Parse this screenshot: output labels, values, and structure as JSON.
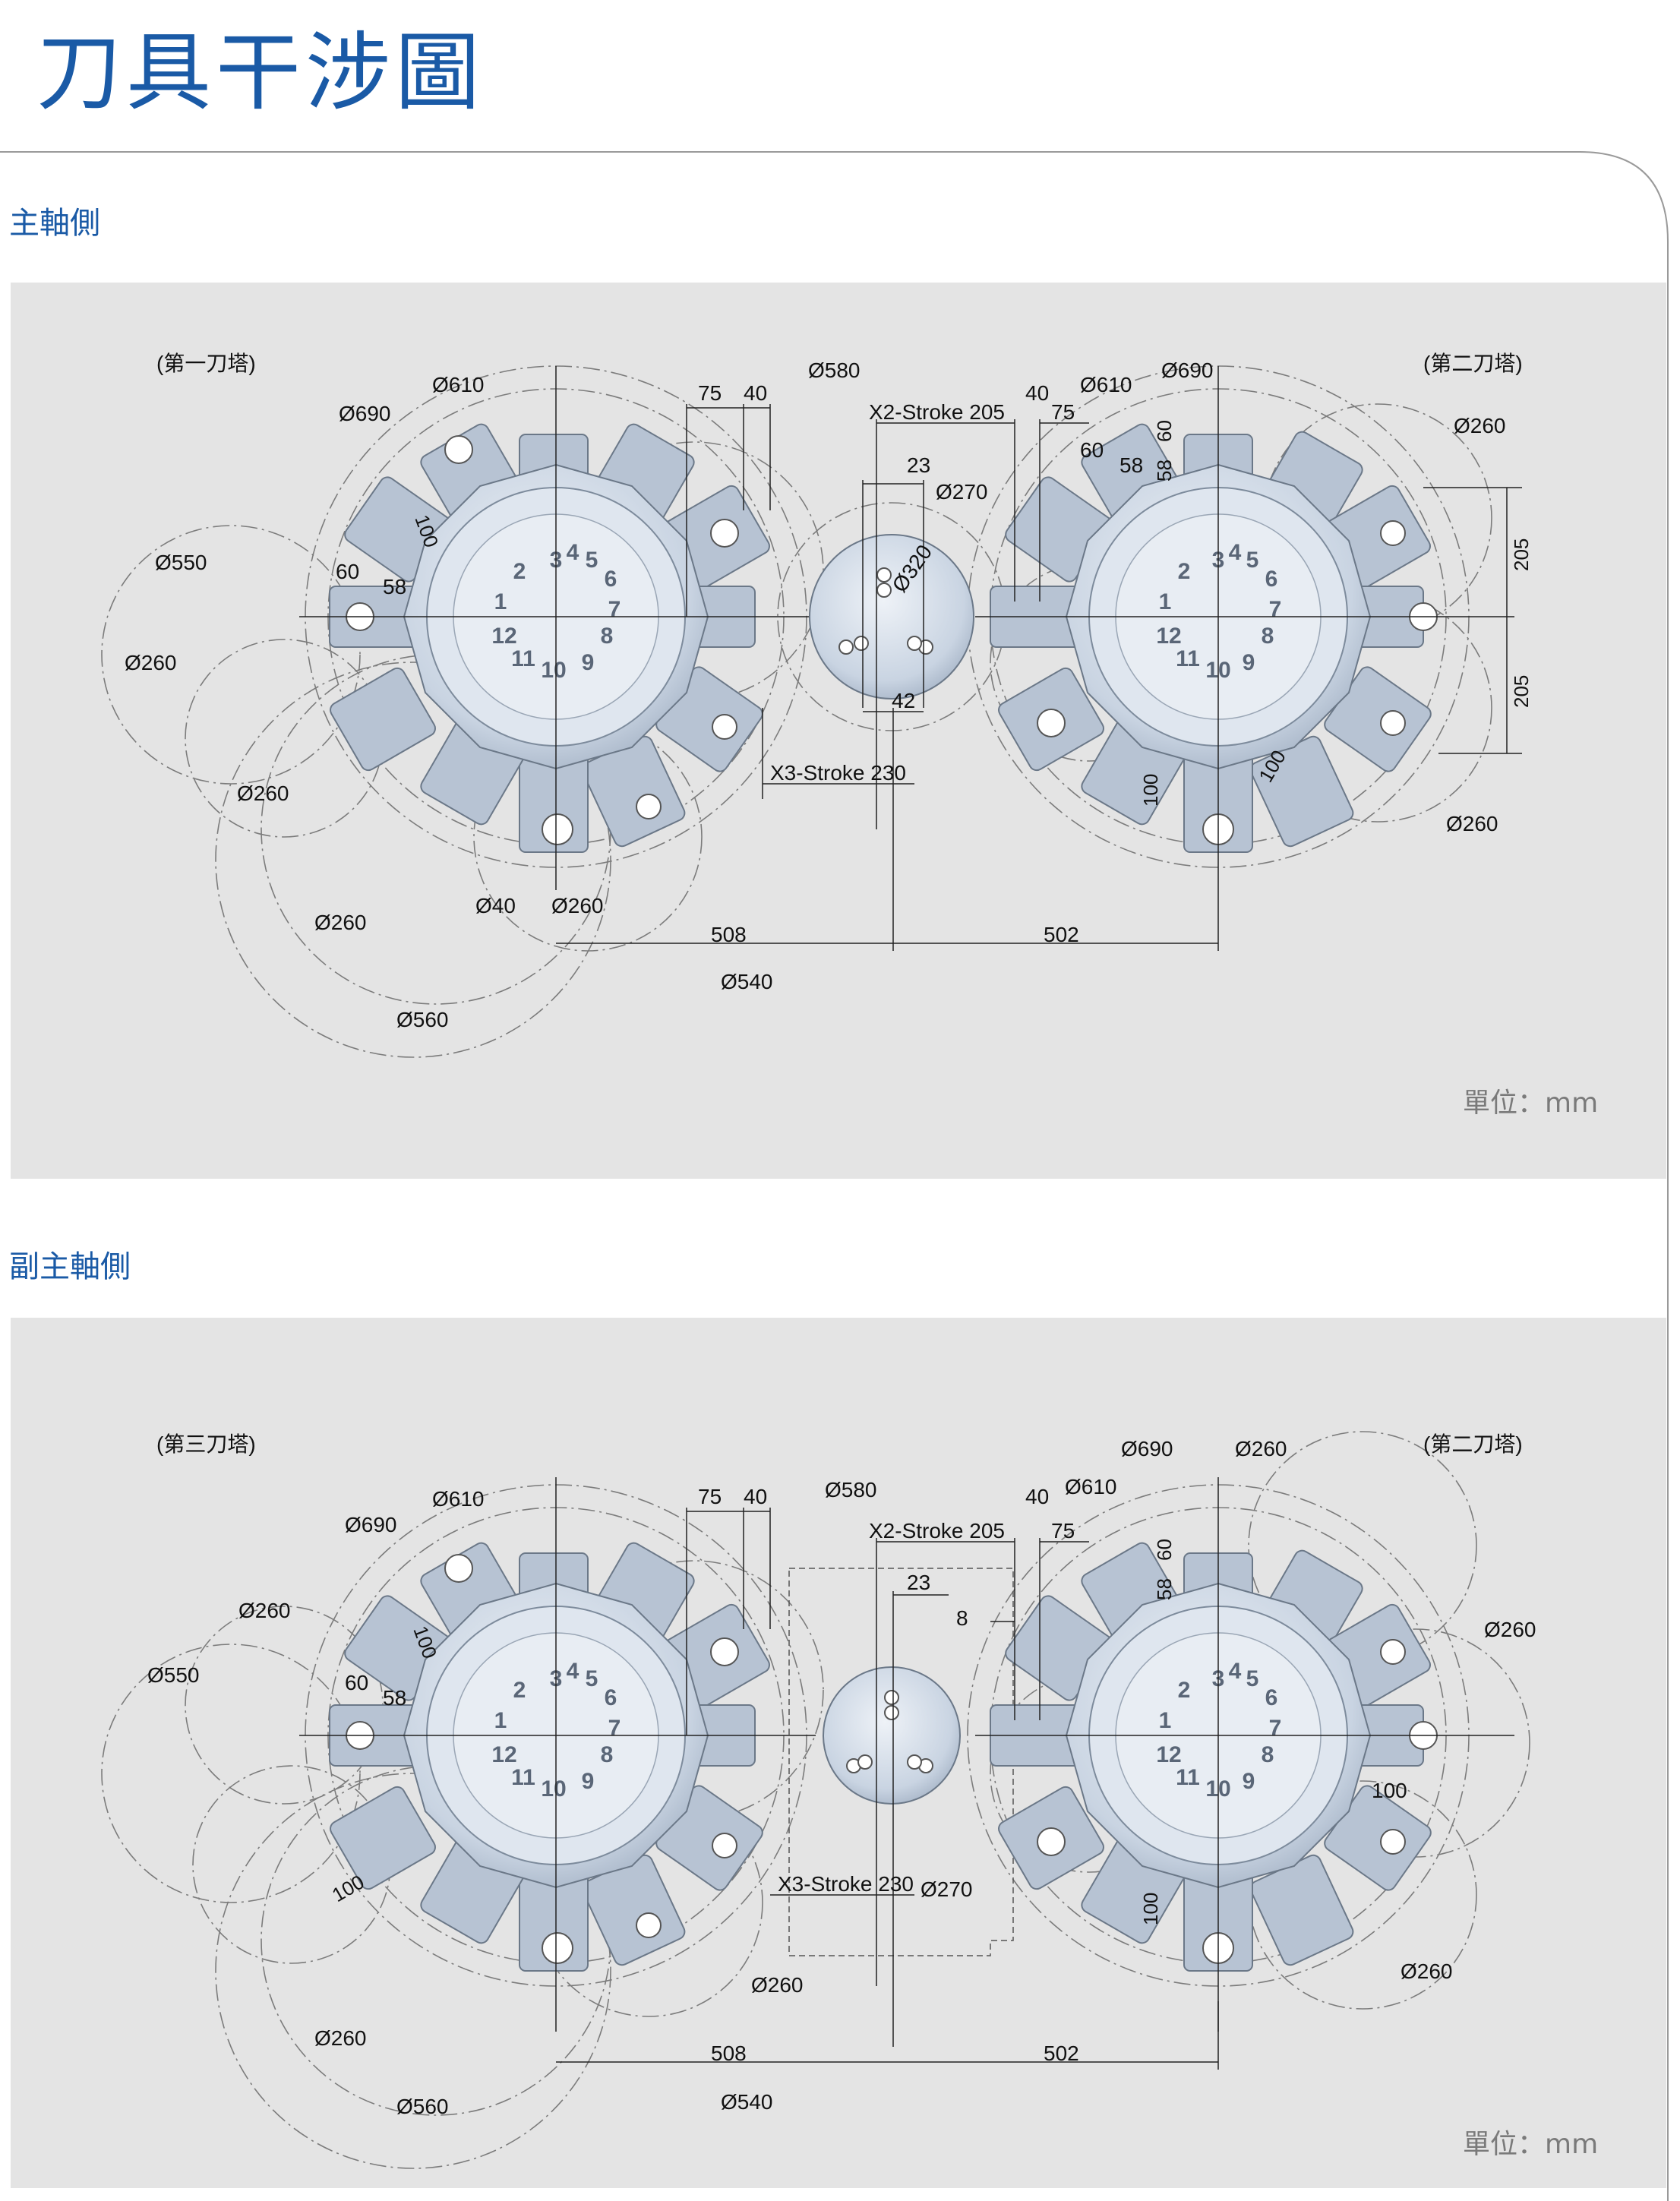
{
  "title": "刀具干涉圖",
  "sections": [
    {
      "label": "主軸側",
      "left_turret": "(第一刀塔)",
      "right_turret": "(第二刀塔)",
      "unit": "單位：mm",
      "dims": {
        "d610_l": "Ø610",
        "d690_l": "Ø690",
        "d550": "Ø550",
        "d260_l1": "Ø260",
        "d260_l2": "Ø260",
        "d260_l3": "Ø260",
        "d40": "Ø40",
        "d260_l4": "Ø260",
        "d560": "Ø560",
        "d540": "Ø540",
        "d580": "Ø580",
        "d270": "Ø270",
        "d320": "Ø320",
        "d610_r": "Ø610",
        "d690_r": "Ø690",
        "d260_r1": "Ø260",
        "d260_r2": "Ø260",
        "x2": "X2-Stroke 205",
        "x3": "X3-Stroke 230",
        "n75_l": "75",
        "n40_l": "40",
        "n40_r": "40",
        "n75_r": "75",
        "n23": "23",
        "n42": "42",
        "n508": "508",
        "n502": "502",
        "n100_l": "100",
        "n60_l": "60",
        "n58_l": "58",
        "n60_r": "60",
        "n58_r": "58",
        "n60_rv": "60",
        "n58_rv": "58",
        "n205a": "205",
        "n205b": "205",
        "n100_rv": "100",
        "n100_rd": "100"
      }
    },
    {
      "label": "副主軸側",
      "left_turret": "(第三刀塔)",
      "right_turret": "(第二刀塔)",
      "unit": "單位：mm",
      "dims": {
        "d610_l": "Ø610",
        "d690_l": "Ø690",
        "d260_l1": "Ø260",
        "d550": "Ø550",
        "d260_l2": "Ø260",
        "d260_l3": "Ø260",
        "d560": "Ø560",
        "d540": "Ø540",
        "d580": "Ø580",
        "d270": "Ø270",
        "d690_r": "Ø690",
        "d260_r0": "Ø260",
        "d610_r": "Ø610",
        "d260_r1": "Ø260",
        "d260_r2": "Ø260",
        "x2": "X2-Stroke 205",
        "x3": "X3-Stroke 230",
        "n75_l": "75",
        "n40_l": "40",
        "n40_r": "40",
        "n75_r": "75",
        "n23": "23",
        "n8": "8",
        "n508": "508",
        "n502": "502",
        "n100_l": "100",
        "n60_l": "60",
        "n58_l": "58",
        "n100_lb": "100",
        "n60_rv": "60",
        "n58_rv": "58",
        "n100_rh": "100",
        "n100_rv": "100"
      }
    }
  ],
  "colors": {
    "title": "#1a5aa6",
    "panel": "#e4e4e4",
    "turret": "#c9d4e2",
    "unit": "#7a7a7a"
  }
}
